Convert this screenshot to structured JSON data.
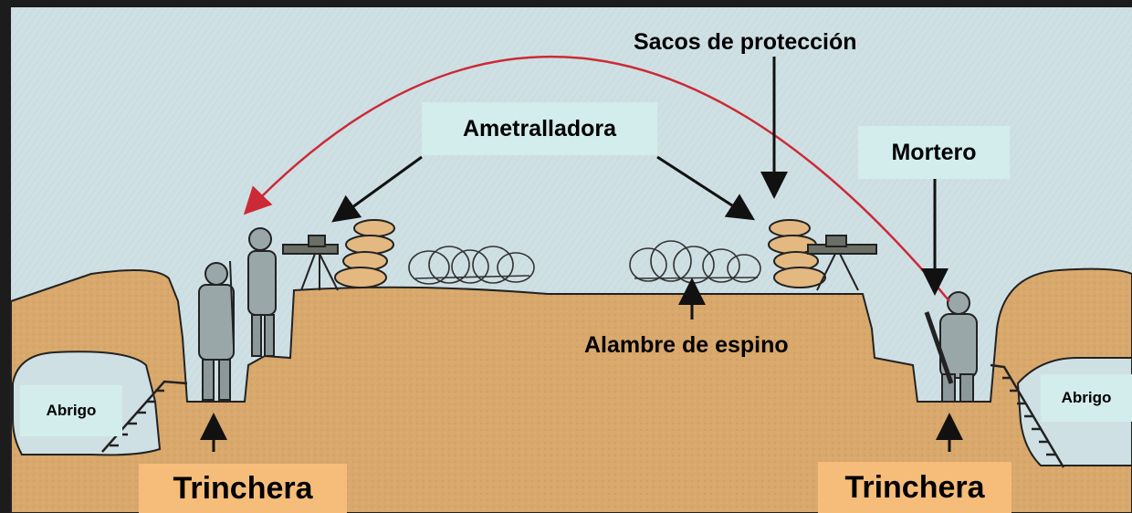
{
  "labels": {
    "sacos": "Sacos de protección",
    "ametralladora": "Ametralladora",
    "mortero": "Mortero",
    "alambre": "Alambre de espino",
    "abrigo_left": "Abrigo",
    "abrigo_right": "Abrigo",
    "trinchera_left": "Trinchera",
    "trinchera_right": "Trinchera"
  },
  "colors": {
    "sky": "#cfe0e4",
    "ground": "#d8a86c",
    "label_blue": "#d3ecec",
    "label_tan": "#f6bd7a",
    "trajectory": "#cc2a36",
    "frame": "#1c1c1c"
  }
}
